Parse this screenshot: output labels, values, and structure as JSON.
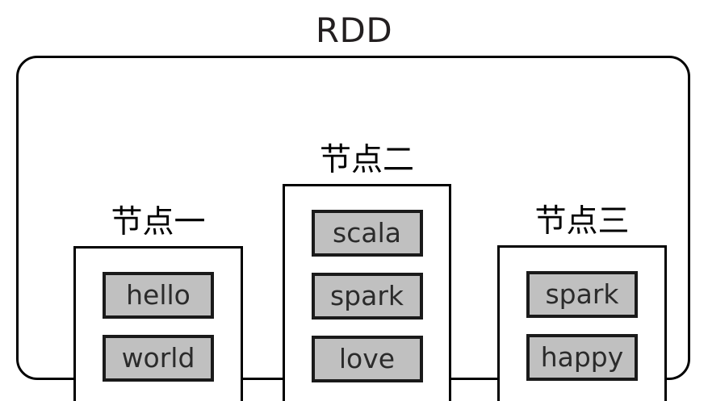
{
  "diagram": {
    "title": "RDD",
    "type": "rdd-partition-diagram",
    "colors": {
      "chip_fill": "#c0c0c0",
      "chip_border": "#1a1a1a",
      "box_border": "#000000",
      "background": "#ffffff",
      "title_text": "#231f20"
    },
    "container": {
      "shape": "rounded-rectangle",
      "label": "RDD"
    },
    "nodes": [
      {
        "id": "node-1",
        "label": "节点一",
        "items": [
          {
            "text": "hello"
          },
          {
            "text": "world"
          }
        ]
      },
      {
        "id": "node-2",
        "label": "节点二",
        "items": [
          {
            "text": "scala"
          },
          {
            "text": "spark"
          },
          {
            "text": "love"
          }
        ]
      },
      {
        "id": "node-3",
        "label": "节点三",
        "items": [
          {
            "text": "spark"
          },
          {
            "text": "happy"
          }
        ]
      }
    ]
  }
}
